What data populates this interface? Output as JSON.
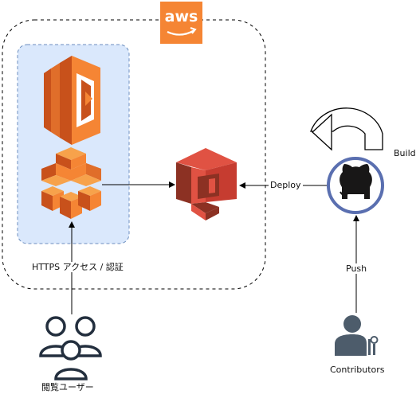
{
  "aws_logo": {
    "text": "aws",
    "color": "#F58534"
  },
  "labels": {
    "https_access": "HTTPS アクセス / 認証",
    "deploy": "Deploy",
    "build": "Build",
    "push": "Push",
    "viewer_users": "閲覧ユーザー",
    "contributors": "Contributors"
  },
  "icons": {
    "lambda_at_edge": "lambda-icon",
    "cloudfront": "cloudfront-icon",
    "s3": "s3-bucket-icon",
    "github": "github-icon",
    "users": "users-group-icon",
    "contributor": "developer-icon"
  },
  "colors": {
    "orange_dark": "#C8511B",
    "orange": "#F58534",
    "orange_light": "#F7A24B",
    "s3_red": "#E05243",
    "s3_dark": "#8C3123",
    "edge_region_fill": "#DAE8FC",
    "edge_region_border": "#6C8EBF",
    "icon_navy": "#232F3E",
    "github_blue": "#5A6FB0",
    "contributor_gray": "#4D5C6B"
  }
}
